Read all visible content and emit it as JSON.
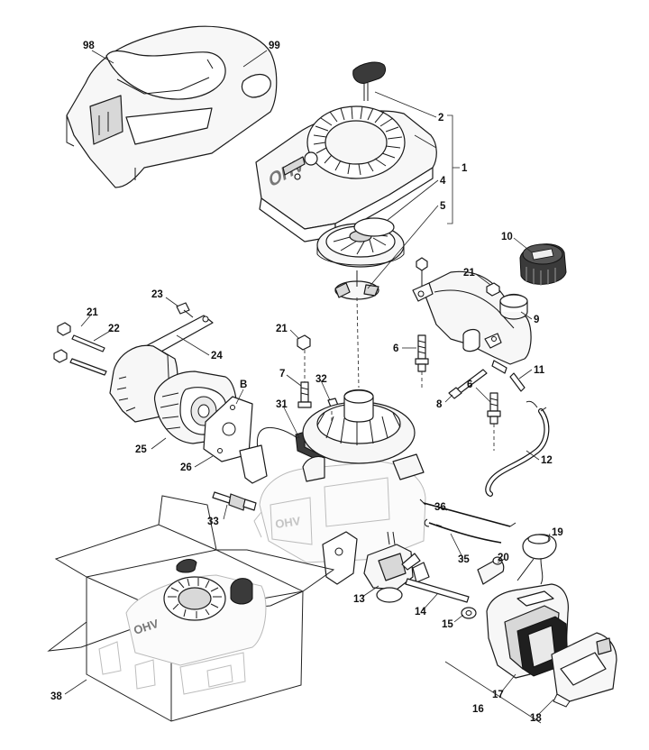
{
  "diagram": {
    "labels": [
      "98",
      "99",
      "2",
      "1",
      "4",
      "5",
      "10",
      "21",
      "9",
      "6",
      "11",
      "8",
      "6",
      "12",
      "23",
      "21",
      "22",
      "24",
      "21",
      "7",
      "32",
      "31",
      "B",
      "25",
      "26",
      "33",
      "36",
      "35",
      "19",
      "20",
      "13",
      "14",
      "15",
      "17",
      "16",
      "18",
      "38"
    ],
    "emboss": {
      "engine_cover": "OHV",
      "box_engine": "OHV"
    }
  }
}
